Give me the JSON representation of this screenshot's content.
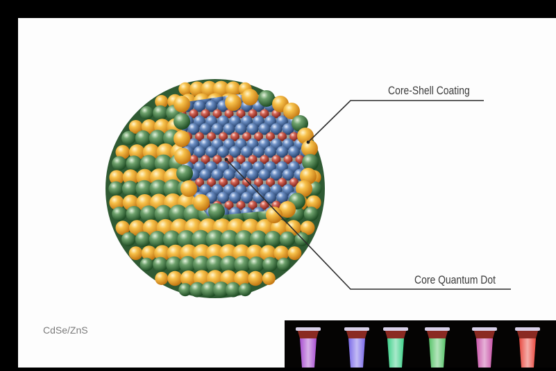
{
  "labels": {
    "shell": "Core-Shell Coating",
    "core": "Core Quantum Dot"
  },
  "caption": "CdSe/ZnS",
  "colors": {
    "shell_orange": "#f2ac3c",
    "shell_green": "#3f7a44",
    "core_blue": "#4d73a8",
    "core_red": "#c04a42"
  },
  "vials": [
    {
      "color": "#a84fd0"
    },
    {
      "color": "#7a6ae8"
    },
    {
      "color": "#3fd08a"
    },
    {
      "color": "#58c46a"
    },
    {
      "color": "#c855a8"
    },
    {
      "color": "#e84a40"
    }
  ]
}
